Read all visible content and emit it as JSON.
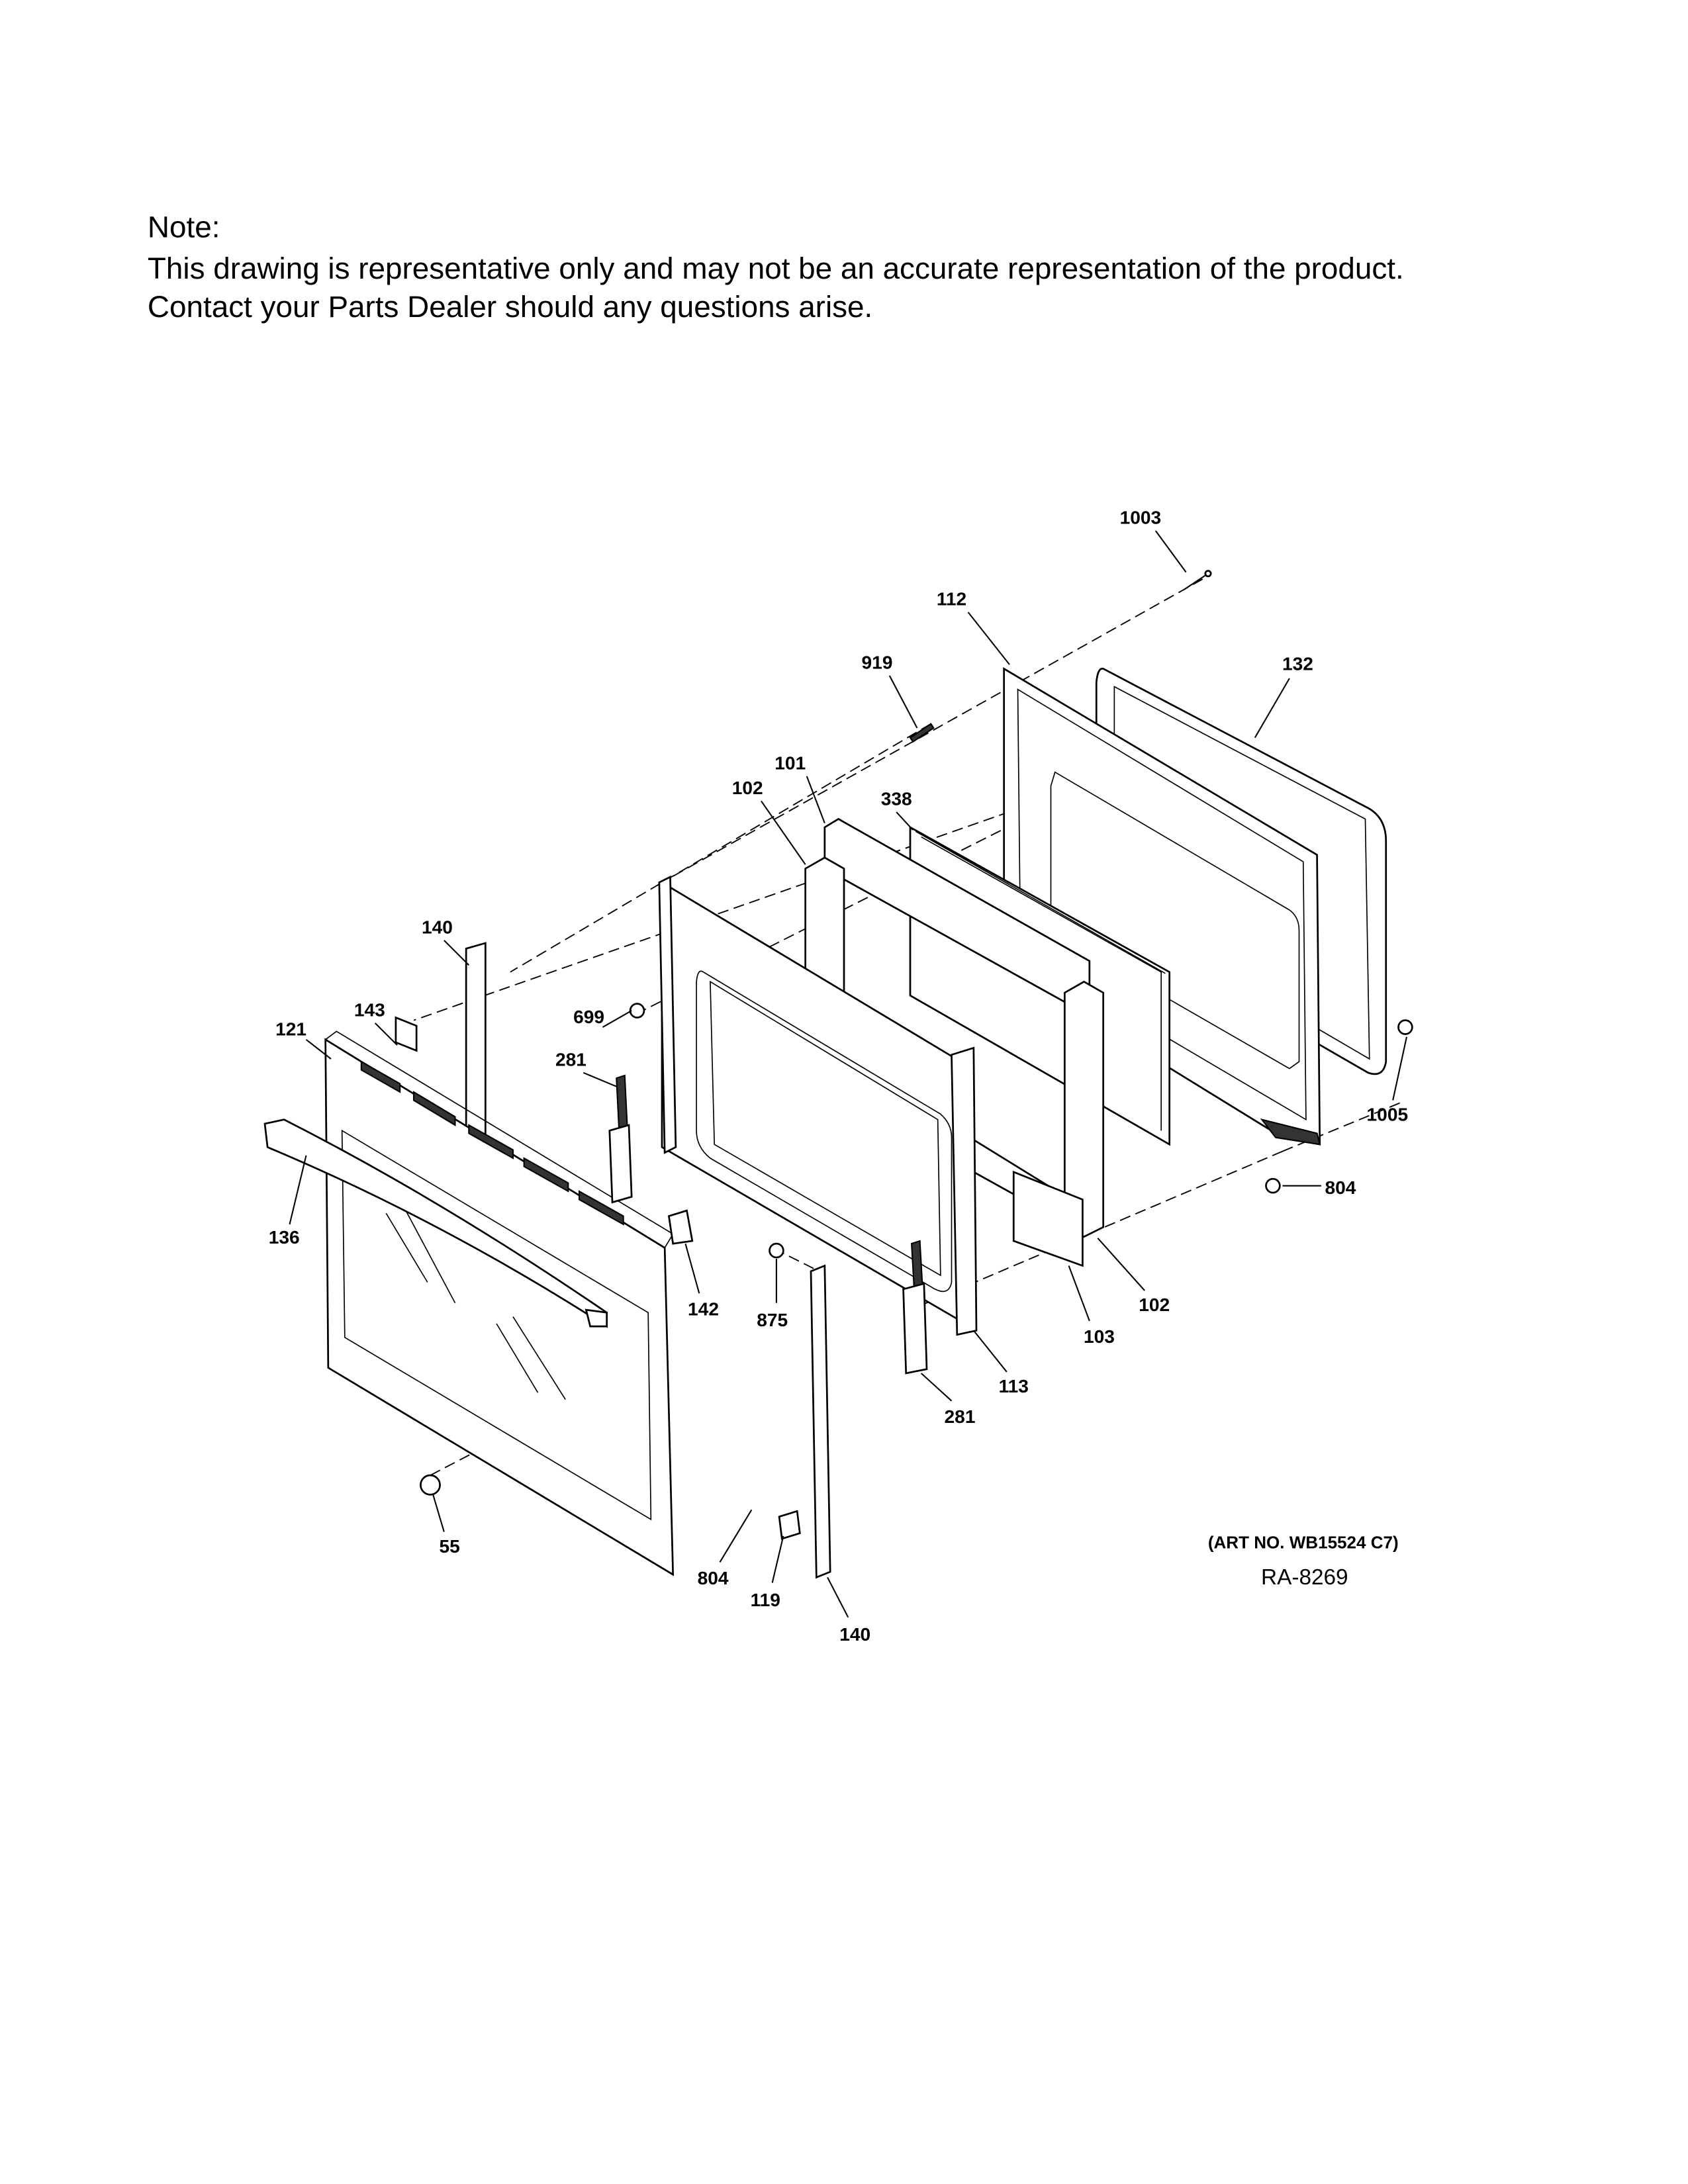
{
  "note": {
    "heading": "Note:",
    "line1": "This drawing is representative only and may not be an accurate representation of the product.",
    "line2": "Contact your Parts Dealer should any questions arise."
  },
  "callouts": {
    "c1003": "1003",
    "c112": "112",
    "c919": "919",
    "c132": "132",
    "c101": "101",
    "c102a": "102",
    "c338": "338",
    "c140a": "140",
    "c143": "143",
    "c699": "699",
    "c121": "121",
    "c281a": "281",
    "c1005": "1005",
    "c804a": "804",
    "c136": "136",
    "c142": "142",
    "c875": "875",
    "c102b": "102",
    "c103": "103",
    "c113": "113",
    "c281b": "281",
    "c55": "55",
    "c804b": "804",
    "c119": "119",
    "c140b": "140"
  },
  "footer": {
    "art_no": "(ART NO. WB15524 C7)",
    "ra_code": "RA-8269"
  }
}
